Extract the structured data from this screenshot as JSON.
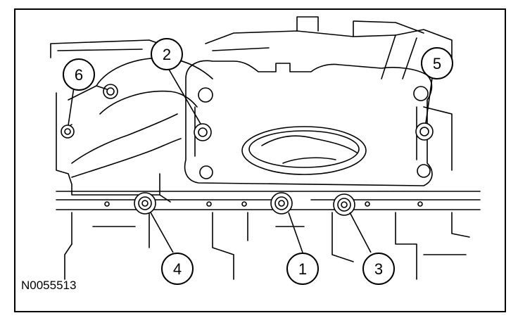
{
  "figure": {
    "id_label": "N0055513",
    "callouts": [
      {
        "label": "1"
      },
      {
        "label": "2"
      },
      {
        "label": "3"
      },
      {
        "label": "4"
      },
      {
        "label": "5"
      },
      {
        "label": "6"
      }
    ]
  }
}
